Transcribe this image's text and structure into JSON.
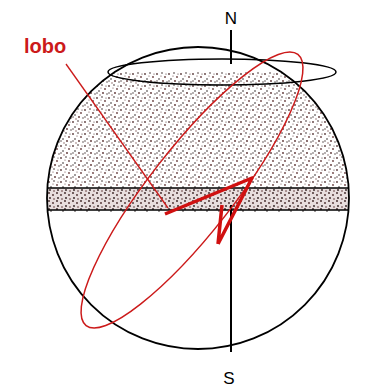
{
  "diagram": {
    "labels": [
      "N",
      "S",
      "lobo"
    ]
  }
}
